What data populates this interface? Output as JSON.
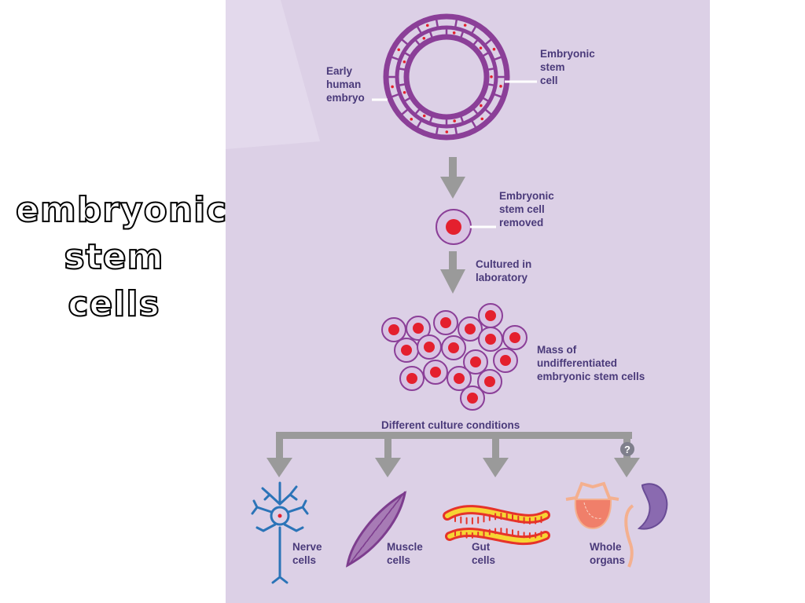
{
  "slide": {
    "title_lines": [
      "embryonic",
      "stem",
      "cells"
    ]
  },
  "diagram": {
    "labels": {
      "early_embryo": [
        "Early",
        "human",
        "embryo"
      ],
      "embryonic_stem_cell": [
        "Embryonic",
        "stem",
        "cell"
      ],
      "cell_removed": [
        "Embryonic",
        "stem cell",
        "removed"
      ],
      "cultured": [
        "Cultured in",
        "laboratory"
      ],
      "mass": [
        "Mass of",
        "undifferentiated",
        "embryonic stem cells"
      ],
      "culture_conditions": "Different culture conditions",
      "question_mark": "?",
      "nerve": [
        "Nerve",
        "cells"
      ],
      "muscle": [
        "Muscle",
        "cells"
      ],
      "gut": [
        "Gut",
        "cells"
      ],
      "whole_organs": [
        "Whole",
        "organs"
      ]
    },
    "colors": {
      "panel_bg": "#dcd0e6",
      "ring": "#8b3f98",
      "nucleus": "#e4202e",
      "arrow": "#9a9a9a",
      "label_text": "#4a3a7a",
      "nerve": "#2b74b8",
      "muscle": "#7d3d8e",
      "gut_outer": "#e6332a",
      "gut_inner": "#f6d533",
      "organ_orange": "#f07f6a",
      "organ_purple": "#8a6ab0"
    }
  }
}
